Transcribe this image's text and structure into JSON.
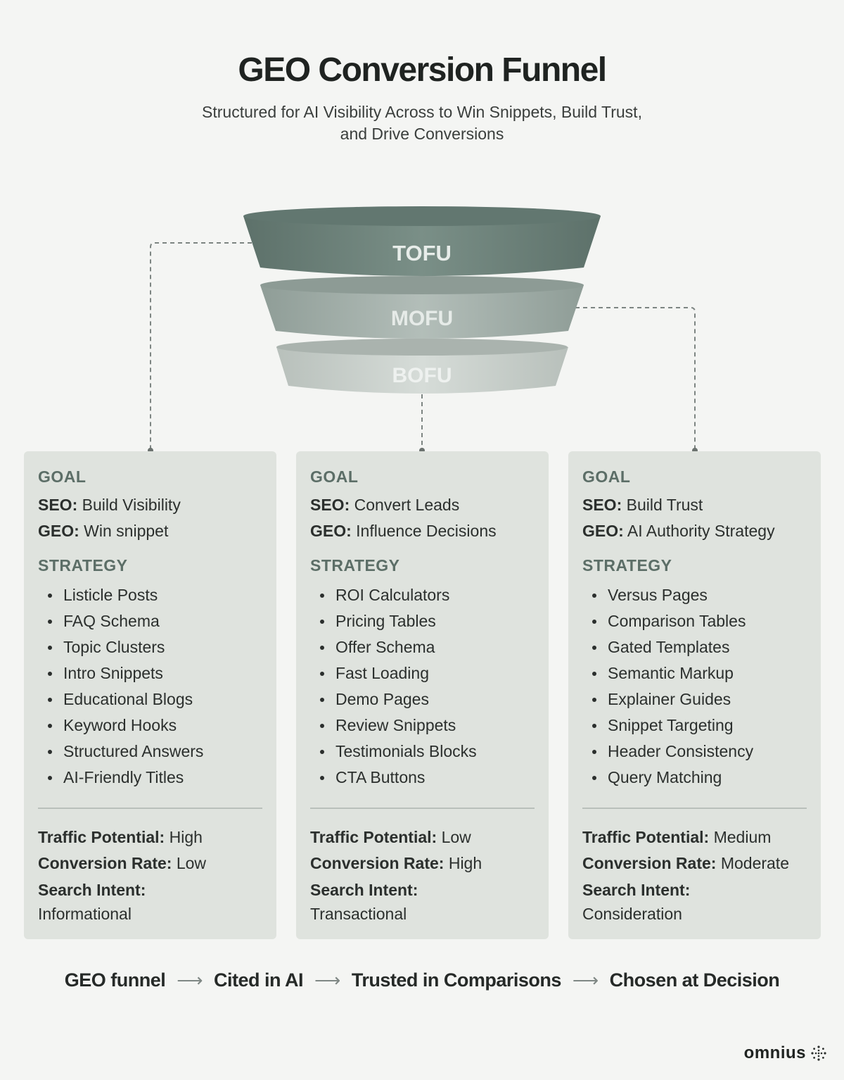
{
  "header": {
    "title": "GEO Conversion Funnel",
    "subtitle_line1": "Structured for AI Visibility Across to Win Snippets, Build Trust,",
    "subtitle_line2": "and Drive Conversions"
  },
  "funnel": {
    "tofu": "TOFU",
    "mofu": "MOFU",
    "bofu": "BOFU",
    "colors": {
      "tofu": "#6f857d",
      "mofu": "#a3b0aa",
      "bofu": "#c8cfca"
    }
  },
  "cards": [
    {
      "goal_heading": "GOAL",
      "seo_label": "SEO:",
      "seo_value": " Build Visibility",
      "geo_label": "GEO:",
      "geo_value": " Win snippet",
      "strategy_heading": "STRATEGY",
      "items": [
        "Listicle Posts",
        "FAQ Schema",
        "Topic Clusters",
        "Intro Snippets",
        "Educational Blogs",
        "Keyword Hooks",
        "Structured Answers",
        "AI-Friendly Titles"
      ],
      "traffic_label": "Traffic Potential:",
      "traffic_value": " High",
      "conversion_label": "Conversion Rate:",
      "conversion_value": " Low",
      "intent_label": "Search Intent:",
      "intent_value": "Informational"
    },
    {
      "goal_heading": "GOAL",
      "seo_label": "SEO:",
      "seo_value": " Convert Leads",
      "geo_label": "GEO:",
      "geo_value": " Influence Decisions",
      "strategy_heading": "STRATEGY",
      "items": [
        "ROI Calculators",
        "Pricing Tables",
        "Offer Schema",
        "Fast Loading",
        "Demo Pages",
        "Review Snippets",
        "Testimonials Blocks",
        "CTA Buttons"
      ],
      "traffic_label": "Traffic Potential:",
      "traffic_value": " Low",
      "conversion_label": "Conversion Rate:",
      "conversion_value": " High",
      "intent_label": "Search Intent:",
      "intent_value": "Transactional"
    },
    {
      "goal_heading": "GOAL",
      "seo_label": "SEO:",
      "seo_value": " Build Trust",
      "geo_label": "GEO:",
      "geo_value": " AI Authority Strategy",
      "strategy_heading": "STRATEGY",
      "items": [
        "Versus Pages",
        "Comparison Tables",
        "Gated Templates",
        "Semantic Markup",
        "Explainer Guides",
        "Snippet Targeting",
        "Header Consistency",
        "Query Matching"
      ],
      "traffic_label": "Traffic Potential:",
      "traffic_value": " Medium",
      "conversion_label": "Conversion Rate:",
      "conversion_value": " Moderate",
      "intent_label": "Search Intent:",
      "intent_value": "Consideration"
    }
  ],
  "flow": {
    "step1": "GEO funnel",
    "step2": "Cited in AI",
    "step3": "Trusted in Comparisons",
    "step4": "Chosen at Decision",
    "arrow_glyph": "⟶"
  },
  "brand": {
    "logo_text": "omnius"
  }
}
